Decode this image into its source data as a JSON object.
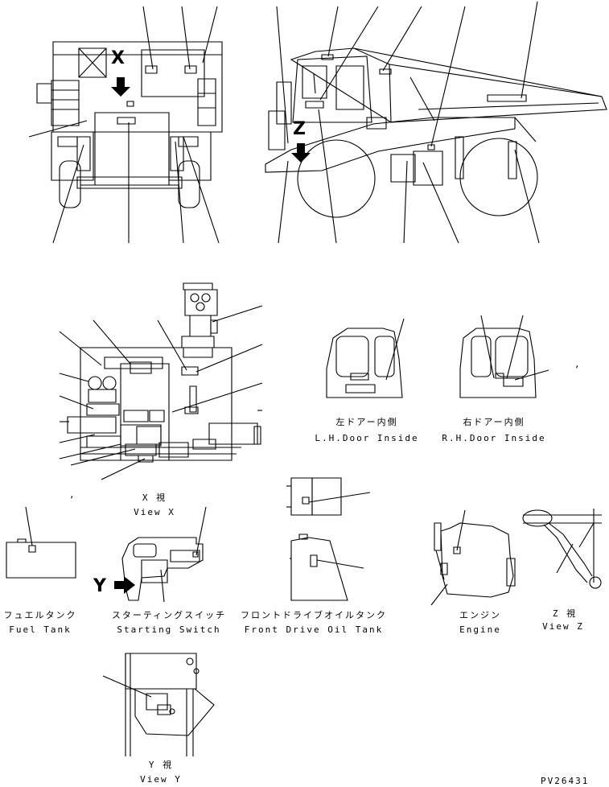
{
  "marks": {
    "view_x": "X",
    "view_z": "Z",
    "view_y": "Y"
  },
  "captions": {
    "lh_door_jp": "左ドアー内側",
    "lh_door_en": "L.H.Door Inside",
    "rh_door_jp": "右ドアー内側",
    "rh_door_en": "R.H.Door Inside",
    "view_x_jp": "X 視",
    "view_x_en": "View X",
    "fuel_tank_jp": "フュエルタンク",
    "fuel_tank_en": "Fuel Tank",
    "starting_switch_jp": "スターティングスイッチ",
    "starting_switch_en": "Starting Switch",
    "front_drive_jp": "フロントドライブオイルタンク",
    "front_drive_en": "Front Drive Oil Tank",
    "engine_jp": "エンジン",
    "engine_en": "Engine",
    "view_z_jp": "Z 視",
    "view_z_en": "View Z",
    "view_y_jp": "Y 視",
    "view_y_en": "View Y",
    "stray_comma": ",",
    "drawing_number": "PV26431"
  },
  "colors": {
    "line": "#000000",
    "background": "#ffffff"
  }
}
